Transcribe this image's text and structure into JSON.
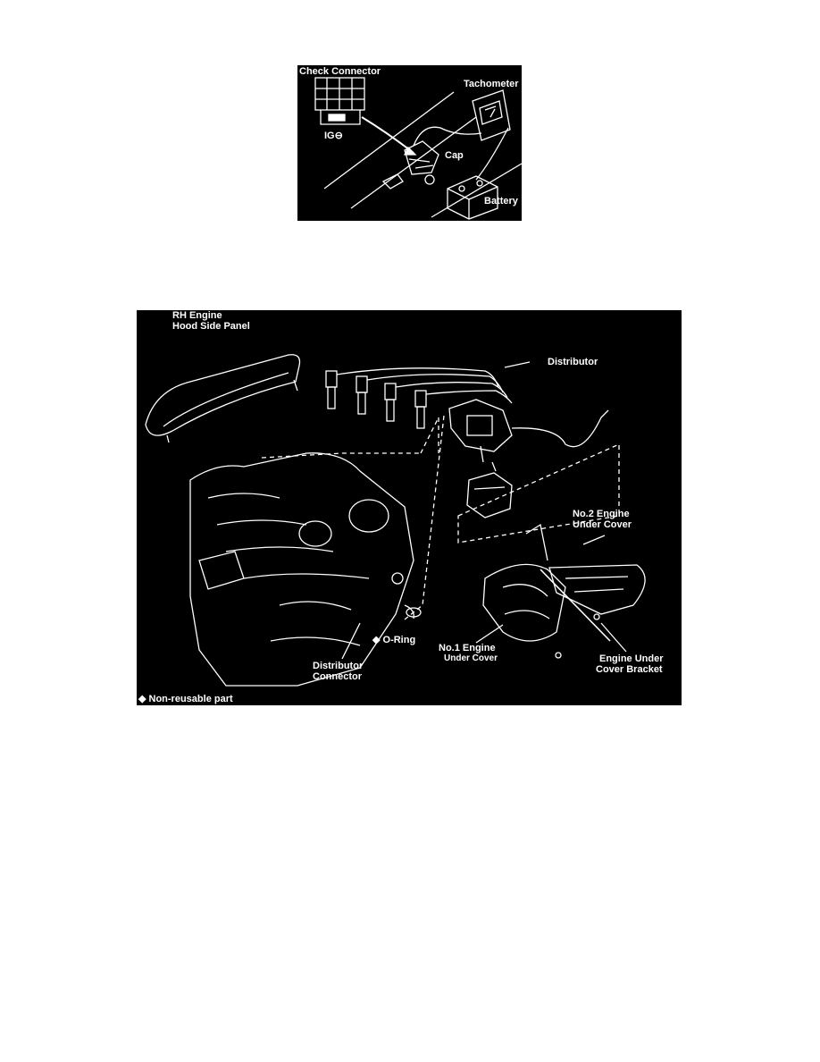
{
  "figure1": {
    "labels": {
      "check_connector": "Check Connector",
      "tachometer": "Tachometer",
      "ig": "IG⊖",
      "cap": "Cap",
      "battery": "Battery"
    }
  },
  "figure2": {
    "labels": {
      "rh_panel_line1": "RH Engine",
      "rh_panel_line2": "Hood Side Panel",
      "distributor": "Distributor",
      "no2_cover_line1": "No.2 Engine",
      "no2_cover_line2": "Under Cover",
      "o_ring": "◆ O-Ring",
      "no1_cover_line1": "No.1 Engine",
      "no1_cover_line2": "Under Cover",
      "bracket_line1": "Engine Under",
      "bracket_line2": "Cover Bracket",
      "dist_conn_line1": "Distributor",
      "dist_conn_line2": "Connector",
      "legend": "◆ Non-reusable part"
    }
  }
}
